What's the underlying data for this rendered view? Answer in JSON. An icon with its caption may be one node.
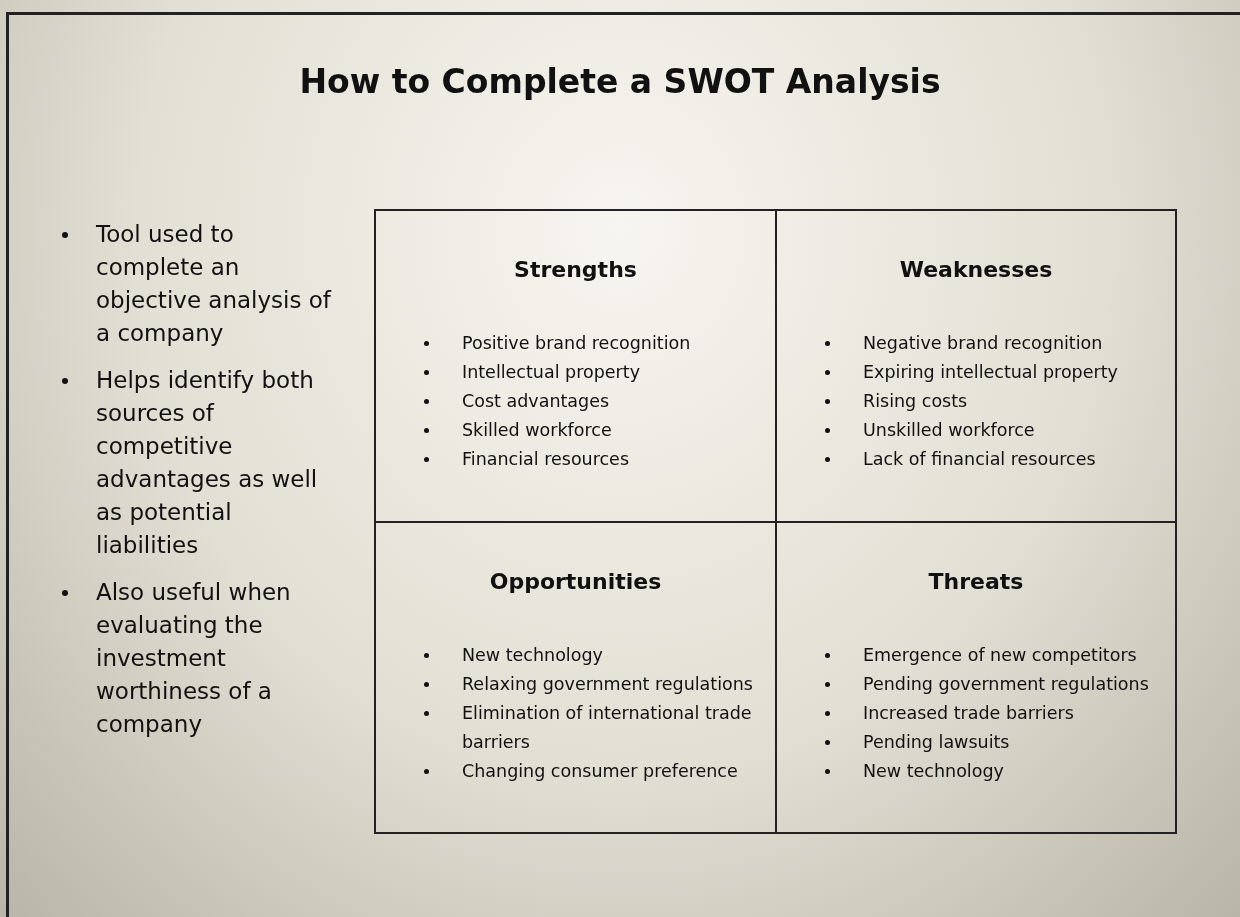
{
  "diagram": {
    "title": "How to Complete a SWOT Analysis",
    "nodes": [
      {
        "text": [
          "Strengths",
          "Positive brand recognition",
          "Intellectual property",
          "Cost advantages",
          "Skilled workforce",
          "Financial resources"
        ]
      },
      {
        "text": [
          "Weaknesses",
          "Negative brand recognition",
          "Expiring intellectual property",
          "Rising costs",
          "Unskilled workforce",
          "Lack of financial resources"
        ]
      },
      {
        "text": [
          "Opportunities",
          "New technology",
          "Relaxing government regulations",
          "Elimination of international trade barriers",
          "Changing consumer preference"
        ]
      },
      {
        "text": [
          "Threats",
          "Emergence of new competitors",
          "Pending government regulations",
          "Increased trade barriers",
          "Pending lawsuits",
          "New technology"
        ]
      }
    ],
    "labels": [
      "Tool used to complete an objective analysis of a company",
      "Helps identify both sources of competitive advantages as well as potential liabilities",
      "Also useful when evaluating the investment worthiness of a company"
    ]
  }
}
